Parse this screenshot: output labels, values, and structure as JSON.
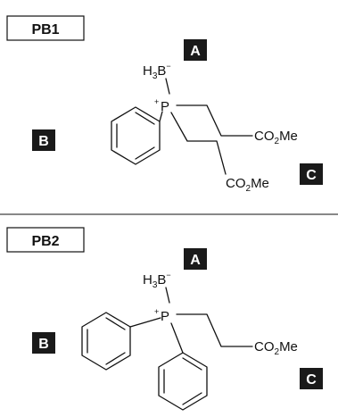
{
  "panels": [
    {
      "title": "PB1",
      "labels": {
        "a": "A",
        "b": "B",
        "c": "C"
      },
      "atoms": {
        "h": "H",
        "three": "3",
        "boron": "B",
        "minus": "−",
        "plus": "+",
        "phosphorus": "P",
        "ester_1": {
          "co": "CO",
          "two": "2",
          "me": "Me"
        },
        "ester_2": {
          "co": "CO",
          "two": "2",
          "me": "Me"
        }
      }
    },
    {
      "title": "PB2",
      "labels": {
        "a": "A",
        "b": "B",
        "c": "C"
      },
      "atoms": {
        "h": "H",
        "three": "3",
        "boron": "B",
        "minus": "−",
        "plus": "+",
        "phosphorus": "P",
        "ester_1": {
          "co": "CO",
          "two": "2",
          "me": "Me"
        }
      }
    }
  ]
}
